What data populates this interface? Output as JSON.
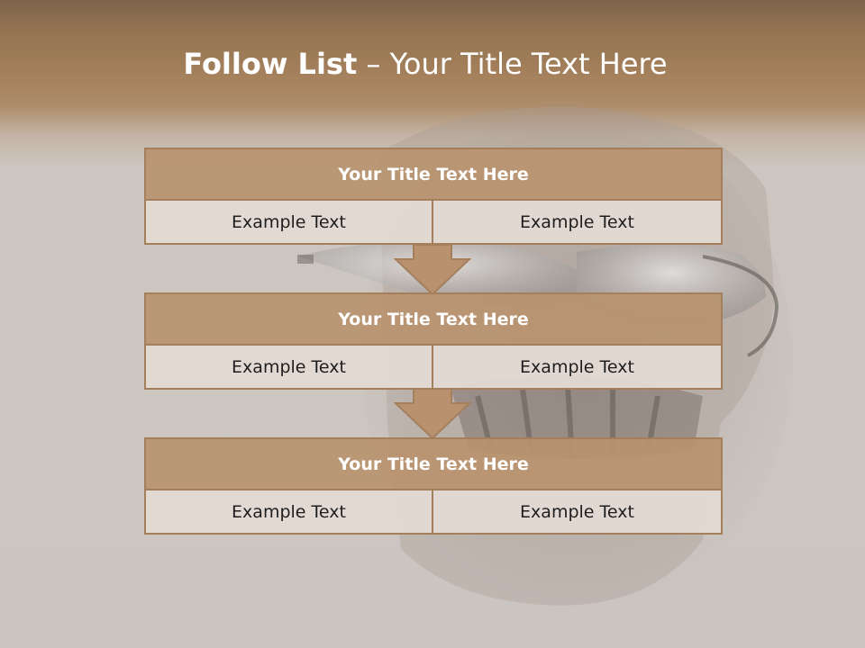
{
  "title": {
    "bold": "Follow List",
    "rest": "– Your Title Text Here"
  },
  "blocks": [
    {
      "title": "Your Title Text Here",
      "left": "Example Text",
      "right": "Example Text"
    },
    {
      "title": "Your Title Text Here",
      "left": "Example Text",
      "right": "Example Text"
    },
    {
      "title": "Your Title Text Here",
      "left": "Example Text",
      "right": "Example Text"
    }
  ],
  "colors": {
    "header_fill": "#b8926f",
    "border": "#a57f5c",
    "cell_fill": "#e4dad4",
    "background": "#cdc7c2"
  }
}
